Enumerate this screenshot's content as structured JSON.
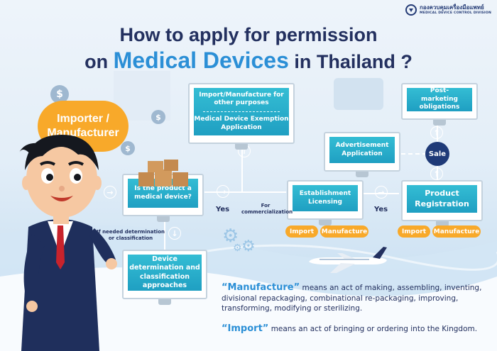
{
  "logo": {
    "name_th": "กองควบคุมเครื่องมือแพทย์",
    "name_en": "MEDICAL DEVICE CONTROL DIVISION",
    "icon": "division-emblem-icon"
  },
  "title": {
    "line1": "How to apply for permission",
    "line2_prefix": "on",
    "line2_highlight": "Medical Devices",
    "line2_suffix": "in Thailand ?"
  },
  "importer": {
    "line1": "Importer /",
    "line2": "Manufacturer"
  },
  "boxes": {
    "is_medical_device": "Is the product a medical device?",
    "other_purposes": "Import/Manufacture for other purposes",
    "exemption": "Medical Device Exemption Application",
    "device_determination": "Device determination and classification approaches",
    "establishment": "Establishment Licensing",
    "advertisement": "Advertisement Application",
    "post_marketing": "Post-marketing obligations",
    "product_registration": "Product Registration"
  },
  "labels": {
    "yes_1": "Yes",
    "yes_2": "Yes",
    "for_commercialization": "For commercialization",
    "if_needed": "If needed determination or classification",
    "sale": "Sale"
  },
  "pills": {
    "import_1": "Import",
    "manufacture_1": "Manufacture",
    "import_2": "Import",
    "manufacture_2": "Manufacture"
  },
  "definitions": {
    "manufacture_term": "“Manufacture”",
    "manufacture_text": "means an act of making, assembling, inventing, divisional repackaging, combinational re-packaging, improving, transforming, modifying or sterilizing.",
    "import_term": "“Import”",
    "import_text": "means an act of bringing or ordering into the Kingdom."
  },
  "colors": {
    "navy": "#23305f",
    "accent_blue": "#2b8fd6",
    "teal_box": "#1f9fc2",
    "orange": "#f8a92a",
    "sale_navy": "#1f3a78"
  },
  "coins": {
    "symbol": "$"
  }
}
